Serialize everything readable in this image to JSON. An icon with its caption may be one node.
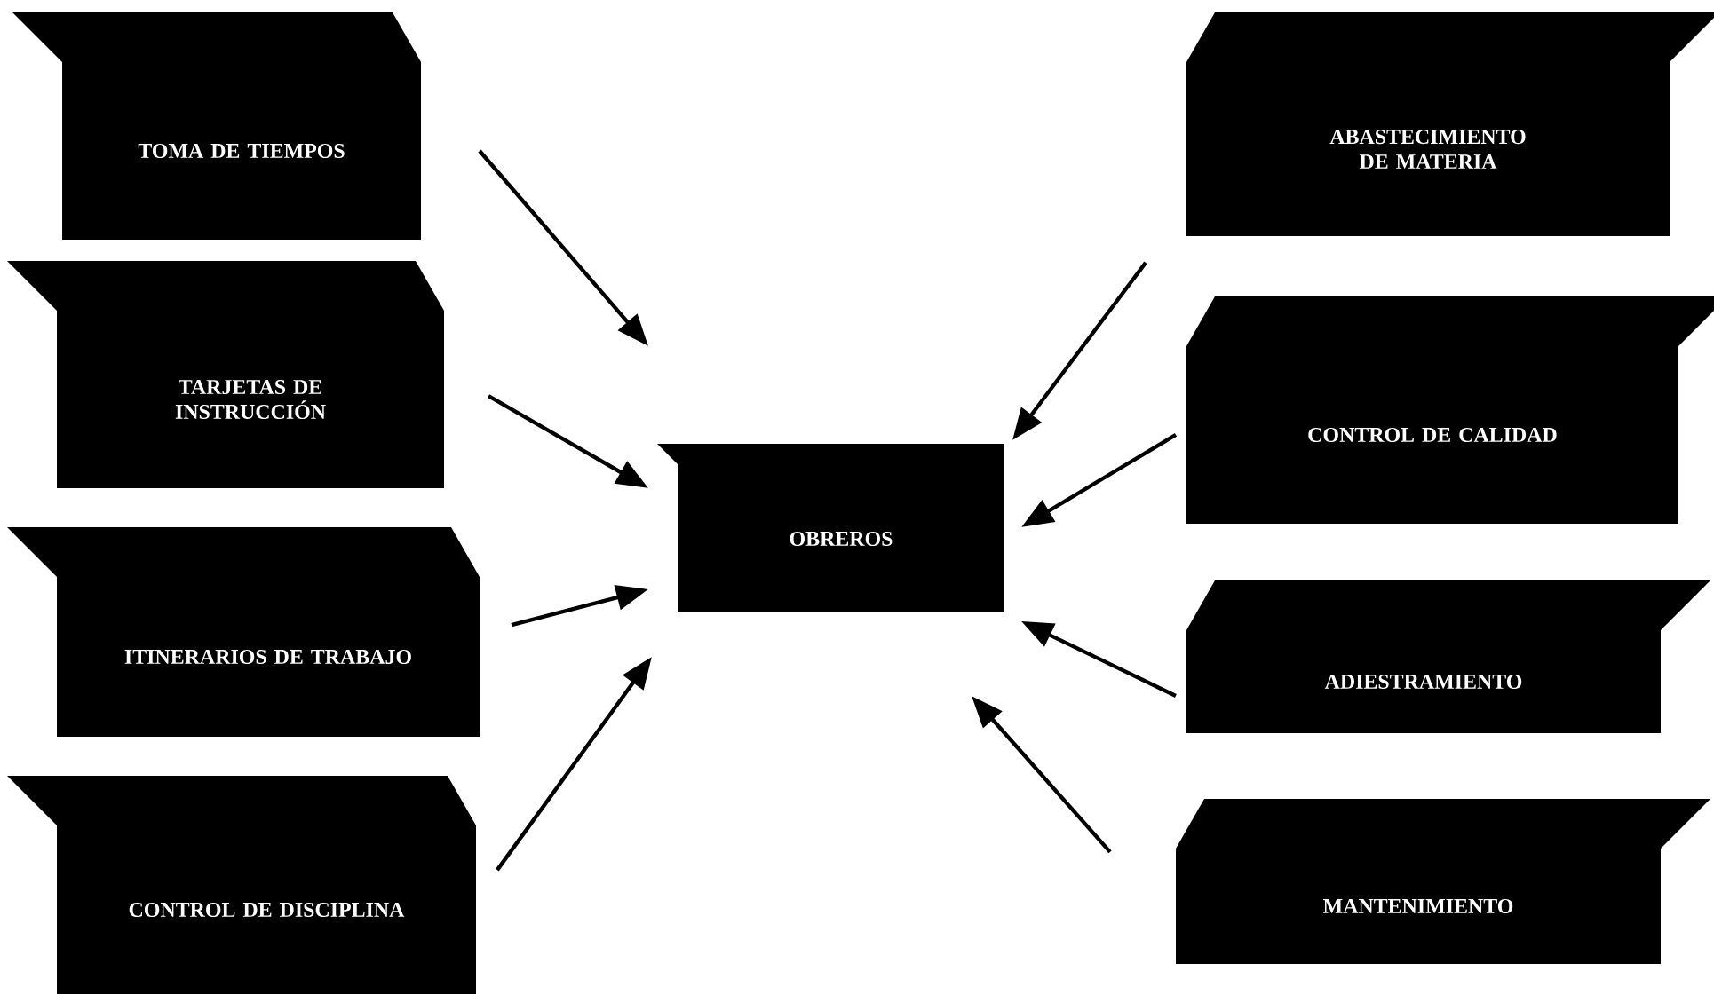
{
  "diagram": {
    "nodes": [
      {
        "text": [
          "TOMA DE TIEMPOS"
        ]
      },
      {
        "text": [
          "TARJETAS DE INSTRUCCIÓN"
        ]
      },
      {
        "text": [
          "ITINERARIOS DE TRABAJO"
        ]
      },
      {
        "text": [
          "CONTROL DE DISCIPLINA"
        ]
      },
      {
        "text": [
          "OBREROS"
        ]
      },
      {
        "text": [
          "ABASTECIMIENTO DE MATERIA"
        ]
      },
      {
        "text": [
          "CONTROL DE CALIDAD"
        ]
      },
      {
        "text": [
          "ADIESTRAMIENTO"
        ]
      },
      {
        "text": [
          "MANTENIMIENTO"
        ]
      }
    ],
    "edges": [
      {
        "from": 0,
        "to": 4,
        "arrow": "to"
      },
      {
        "from": 1,
        "to": 4,
        "arrow": "to"
      },
      {
        "from": 2,
        "to": 4,
        "arrow": "to"
      },
      {
        "from": 3,
        "to": 4,
        "arrow": "to"
      },
      {
        "from": 5,
        "to": 4,
        "arrow": "to"
      },
      {
        "from": 6,
        "to": 4,
        "arrow": "to"
      },
      {
        "from": 7,
        "to": 4,
        "arrow": "to"
      },
      {
        "from": 8,
        "to": 4,
        "arrow": "to"
      }
    ]
  }
}
